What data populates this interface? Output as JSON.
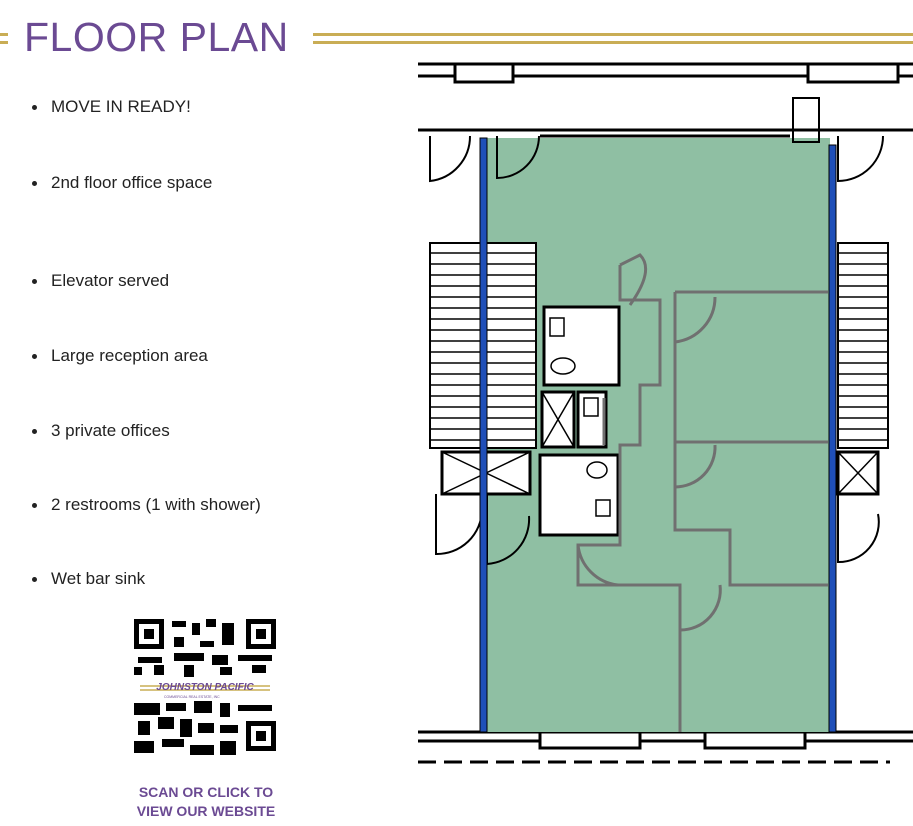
{
  "header": {
    "title": "FLOOR PLAN",
    "accent_color": "#6b4a93",
    "rule_color": "#c9ad55"
  },
  "features": [
    "MOVE IN READY!",
    "2nd floor office space",
    "Elevator served",
    "Large reception area",
    "3 private offices",
    "2 restrooms (1 with shower)",
    "Wet bar sink"
  ],
  "qr": {
    "logo_text": "JOHNSTON PACIFIC",
    "logo_subtext": "COMMERCIAL REAL ESTATE, INC",
    "cta_line1": "SCAN OR CLICK TO",
    "cta_line2": "VIEW OUR WEBSITE"
  },
  "plan": {
    "space_color": "#8fbfa3",
    "demising_wall_color": "#1f4fb8"
  }
}
